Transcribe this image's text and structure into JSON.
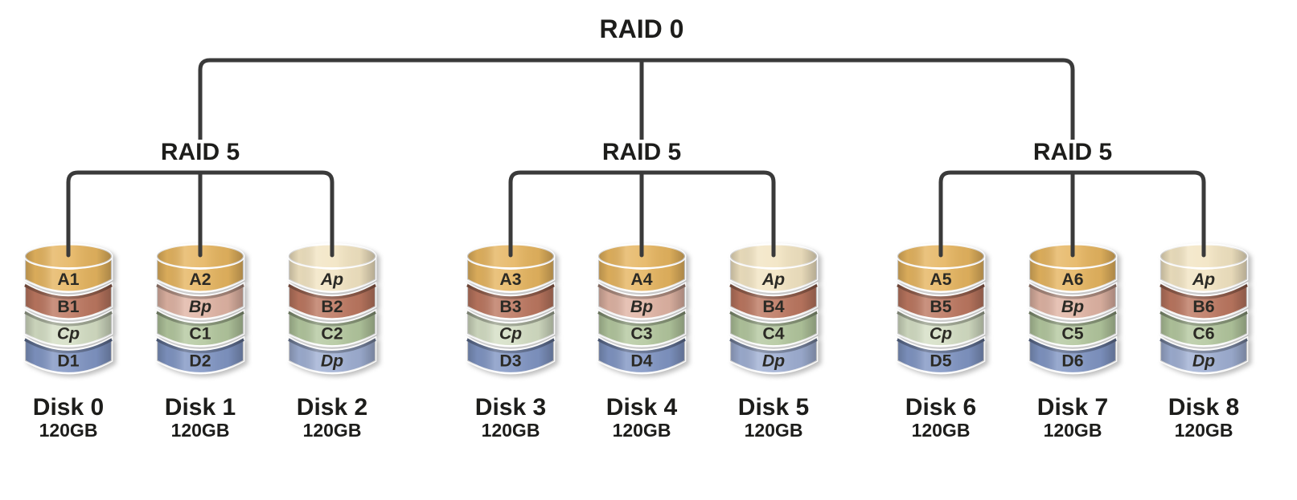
{
  "diagram": {
    "title": "RAID 0",
    "line_color": "#3a3a3a",
    "text_color": "#1d1d1b",
    "stripe_label_color": "#2b2a25",
    "palette": {
      "a_data": "#e5b45f",
      "a_parity": "#f2e4c2",
      "b_data": "#bc7760",
      "b_parity": "#e0b4a4",
      "c_data": "#b3c79e",
      "c_parity": "#d4dec4",
      "d_data": "#8095c3",
      "d_parity": "#9fafd3"
    },
    "groups": [
      {
        "label": "RAID 5",
        "disks": [
          {
            "name": "Disk 0",
            "capacity": "120GB",
            "segments": [
              {
                "label": "A1",
                "parity": false,
                "color": "#e5b45f"
              },
              {
                "label": "B1",
                "parity": false,
                "color": "#bc7760"
              },
              {
                "label": "Cp",
                "parity": true,
                "color": "#d4dec4"
              },
              {
                "label": "D1",
                "parity": false,
                "color": "#8095c3"
              }
            ]
          },
          {
            "name": "Disk 1",
            "capacity": "120GB",
            "segments": [
              {
                "label": "A2",
                "parity": false,
                "color": "#e5b45f"
              },
              {
                "label": "Bp",
                "parity": true,
                "color": "#e0b4a4"
              },
              {
                "label": "C1",
                "parity": false,
                "color": "#b3c79e"
              },
              {
                "label": "D2",
                "parity": false,
                "color": "#8095c3"
              }
            ]
          },
          {
            "name": "Disk 2",
            "capacity": "120GB",
            "segments": [
              {
                "label": "Ap",
                "parity": true,
                "color": "#f2e4c2"
              },
              {
                "label": "B2",
                "parity": false,
                "color": "#bc7760"
              },
              {
                "label": "C2",
                "parity": false,
                "color": "#b3c79e"
              },
              {
                "label": "Dp",
                "parity": true,
                "color": "#9fafd3"
              }
            ]
          }
        ]
      },
      {
        "label": "RAID 5",
        "disks": [
          {
            "name": "Disk 3",
            "capacity": "120GB",
            "segments": [
              {
                "label": "A3",
                "parity": false,
                "color": "#e5b45f"
              },
              {
                "label": "B3",
                "parity": false,
                "color": "#bc7760"
              },
              {
                "label": "Cp",
                "parity": true,
                "color": "#d4dec4"
              },
              {
                "label": "D3",
                "parity": false,
                "color": "#8095c3"
              }
            ]
          },
          {
            "name": "Disk 4",
            "capacity": "120GB",
            "segments": [
              {
                "label": "A4",
                "parity": false,
                "color": "#e5b45f"
              },
              {
                "label": "Bp",
                "parity": true,
                "color": "#e0b4a4"
              },
              {
                "label": "C3",
                "parity": false,
                "color": "#b3c79e"
              },
              {
                "label": "D4",
                "parity": false,
                "color": "#8095c3"
              }
            ]
          },
          {
            "name": "Disk 5",
            "capacity": "120GB",
            "segments": [
              {
                "label": "Ap",
                "parity": true,
                "color": "#f2e4c2"
              },
              {
                "label": "B4",
                "parity": false,
                "color": "#bc7760"
              },
              {
                "label": "C4",
                "parity": false,
                "color": "#b3c79e"
              },
              {
                "label": "Dp",
                "parity": true,
                "color": "#9fafd3"
              }
            ]
          }
        ]
      },
      {
        "label": "RAID 5",
        "disks": [
          {
            "name": "Disk 6",
            "capacity": "120GB",
            "segments": [
              {
                "label": "A5",
                "parity": false,
                "color": "#e5b45f"
              },
              {
                "label": "B5",
                "parity": false,
                "color": "#bc7760"
              },
              {
                "label": "Cp",
                "parity": true,
                "color": "#d4dec4"
              },
              {
                "label": "D5",
                "parity": false,
                "color": "#8095c3"
              }
            ]
          },
          {
            "name": "Disk 7",
            "capacity": "120GB",
            "segments": [
              {
                "label": "A6",
                "parity": false,
                "color": "#e5b45f"
              },
              {
                "label": "Bp",
                "parity": true,
                "color": "#e0b4a4"
              },
              {
                "label": "C5",
                "parity": false,
                "color": "#b3c79e"
              },
              {
                "label": "D6",
                "parity": false,
                "color": "#8095c3"
              }
            ]
          },
          {
            "name": "Disk 8",
            "capacity": "120GB",
            "segments": [
              {
                "label": "Ap",
                "parity": true,
                "color": "#f2e4c2"
              },
              {
                "label": "B6",
                "parity": false,
                "color": "#bc7760"
              },
              {
                "label": "C6",
                "parity": false,
                "color": "#b3c79e"
              },
              {
                "label": "Dp",
                "parity": true,
                "color": "#9fafd3"
              }
            ]
          }
        ]
      }
    ]
  }
}
